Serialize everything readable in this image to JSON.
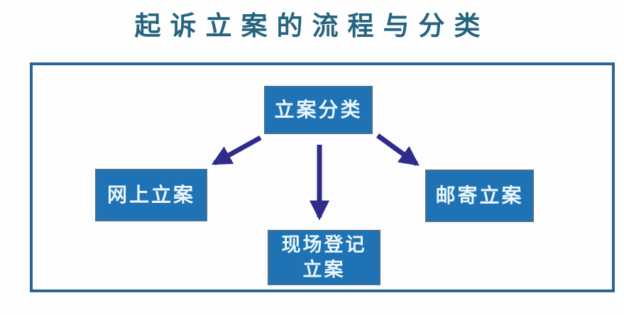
{
  "title": "起诉立案的流程与分类",
  "colors": {
    "title_text": "#25647f",
    "frame_border": "#2a6496",
    "node_fill": "#1f72b4",
    "node_border": "#46718f",
    "node_text": "#eaf6fc",
    "arrow": "#2e2b8a",
    "background": "#ffffff"
  },
  "diagram": {
    "root": {
      "label": "立案分类"
    },
    "children": [
      {
        "label": "网上立案"
      },
      {
        "label": "现场登记立案",
        "line1": "现场登记",
        "line2": "立案"
      },
      {
        "label": "邮寄立案"
      }
    ]
  }
}
